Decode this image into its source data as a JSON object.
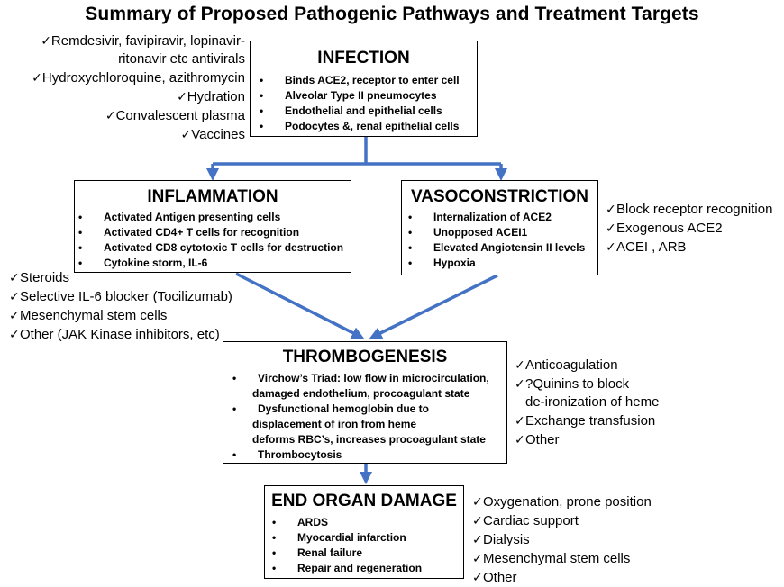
{
  "title": "Summary of Proposed Pathogenic Pathways and Treatment Targets",
  "check_glyph": "✓",
  "colors": {
    "arrow": "#4472C4"
  },
  "infection": {
    "heading": "INFECTION",
    "items": [
      "Binds ACE2, receptor to enter cell",
      "Alveolar Type II pneumocytes",
      "Endothelial and epithelial cells",
      "Podocytes &, renal epithelial cells"
    ],
    "treatments": [
      "Remdesivir, favipiravir,  lopinavir-",
      "ritonavir etc antivirals",
      "Hydroxychloroquine, azithromycin",
      "Hydration",
      "Convalescent plasma",
      "Vaccines"
    ]
  },
  "inflammation": {
    "heading": "INFLAMMATION",
    "items": [
      "Activated Antigen presenting cells",
      "Activated CD4+ T cells for recognition",
      "Activated CD8 cytotoxic T cells for destruction",
      "Cytokine storm, IL-6"
    ],
    "treatments": [
      "Steroids",
      "Selective IL-6 blocker (Tocilizumab)",
      "Mesenchymal  stem cells",
      "Other (JAK Kinase inhibitors, etc)"
    ]
  },
  "vasoconstriction": {
    "heading": "VASOCONSTRICTION",
    "items": [
      "Internalization of ACE2",
      "Unopposed ACEI1",
      "Elevated Angiotensin II levels",
      "Hypoxia"
    ],
    "treatments": [
      "Block receptor recognition",
      "Exogenous ACE2",
      "ACEI , ARB"
    ]
  },
  "thrombogenesis": {
    "heading": "THROMBOGENESIS",
    "items": [
      "Virchow’s Triad: low flow in microcirculation,",
      "damaged endothelium, procoagulant state",
      "Dysfunctional hemoglobin due to",
      "displacement of iron from heme",
      "deforms RBC’s, increases procoagulant state",
      "Thrombocytosis"
    ],
    "treatments": [
      "Anticoagulation",
      "?Quinins to block",
      "de-ironization of heme",
      "Exchange transfusion",
      "Other"
    ]
  },
  "end_organ": {
    "heading": "END ORGAN DAMAGE",
    "items": [
      "ARDS",
      "Myocardial infarction",
      "Renal failure",
      "Repair and regeneration"
    ],
    "treatments": [
      "Oxygenation, prone position",
      "Cardiac support",
      "Dialysis",
      "Mesenchymal stem cells",
      "Other"
    ]
  }
}
